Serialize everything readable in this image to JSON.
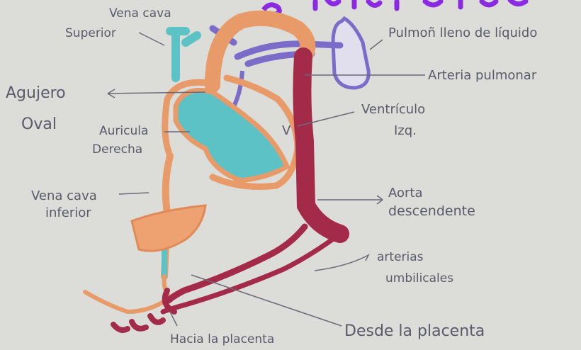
{
  "colors": {
    "paper": "#dcdcd8",
    "ink": "#5a5a6a",
    "aorta_orange": "#e89a68",
    "atrium_cyan": "#5cc2c6",
    "artery_red": "#a42a4a",
    "pulmonary_purple": "#7a6cc8",
    "header_purple": "#8a2be2"
  },
  "labels": {
    "vena_cava_superior_line1": "Vena cava",
    "vena_cava_superior_line2": "Superior",
    "pulmon": "Pulmoñ lleno de líquido",
    "arteria_pulmonar": "Arteria pulmonar",
    "agujero_line1": "Agujero",
    "agujero_line2": "Oval",
    "auricula_line1": "Auricula",
    "auricula_line2": "Derecha",
    "ventriculo_line1": "Ventrículo",
    "ventriculo_line2": "Izq.",
    "ventriculo_mark": "V",
    "vena_cava_inferior_line1": "Vena cava",
    "vena_cava_inferior_line2": "inferior",
    "aorta_line1": "Aorta",
    "aorta_line2": "descendente",
    "arterias_line1": "arterias",
    "arterias_line2": "umbilicales",
    "hacia_placenta": "Hacia la placenta",
    "desde_placenta": "Desde la placenta"
  }
}
